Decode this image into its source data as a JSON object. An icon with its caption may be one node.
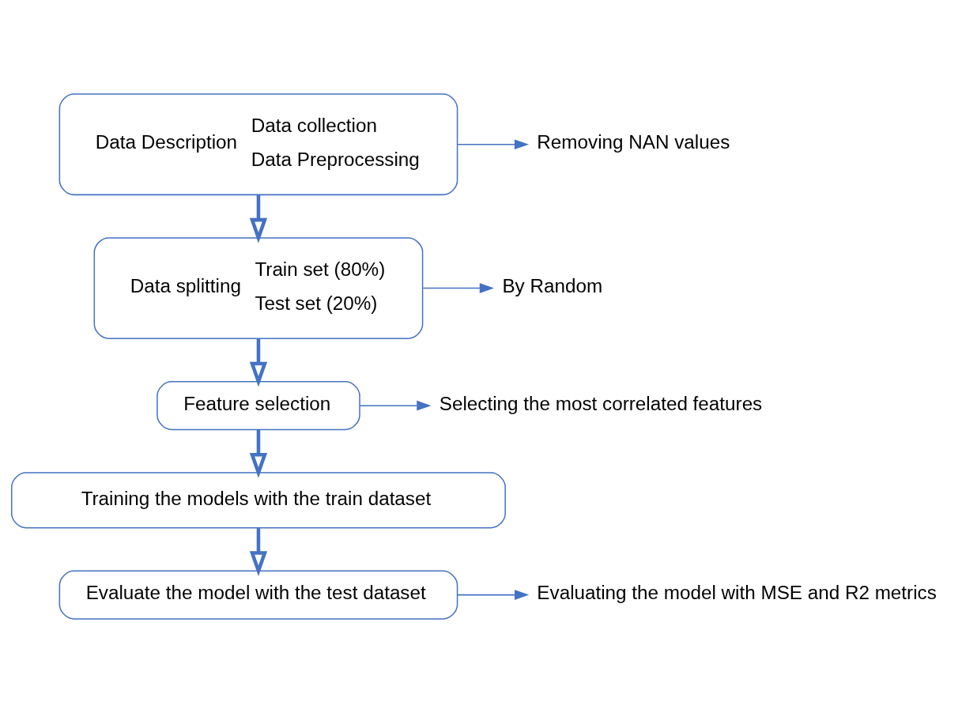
{
  "diagram": {
    "nodes": [
      {
        "text": [
          "Data Description",
          "Data collection",
          "Data Preprocessing"
        ]
      },
      {
        "text": [
          "Removing NAN values"
        ]
      },
      {
        "text": [
          "Data splitting",
          "Train set (80%)",
          "Test set (20%)"
        ]
      },
      {
        "text": [
          "By Random"
        ]
      },
      {
        "text": [
          "Feature selection"
        ]
      },
      {
        "text": [
          "Selecting the most correlated features"
        ]
      },
      {
        "text": [
          "Training the models with the train dataset"
        ]
      },
      {
        "text": [
          "Evaluate the model with the test dataset"
        ]
      },
      {
        "text": [
          "Evaluating the model with MSE and R2 metrics"
        ]
      }
    ],
    "edges": [
      {
        "from": 0,
        "to": 1,
        "arrow": "to"
      },
      {
        "from": 0,
        "to": 2,
        "arrow": "to",
        "style": "thick"
      },
      {
        "from": 2,
        "to": 3,
        "arrow": "to"
      },
      {
        "from": 2,
        "to": 4,
        "arrow": "to",
        "style": "thick"
      },
      {
        "from": 4,
        "to": 5,
        "arrow": "to"
      },
      {
        "from": 4,
        "to": 6,
        "arrow": "to",
        "style": "thick"
      },
      {
        "from": 6,
        "to": 7,
        "arrow": "to",
        "style": "thick"
      },
      {
        "from": 7,
        "to": 8,
        "arrow": "to"
      }
    ]
  }
}
